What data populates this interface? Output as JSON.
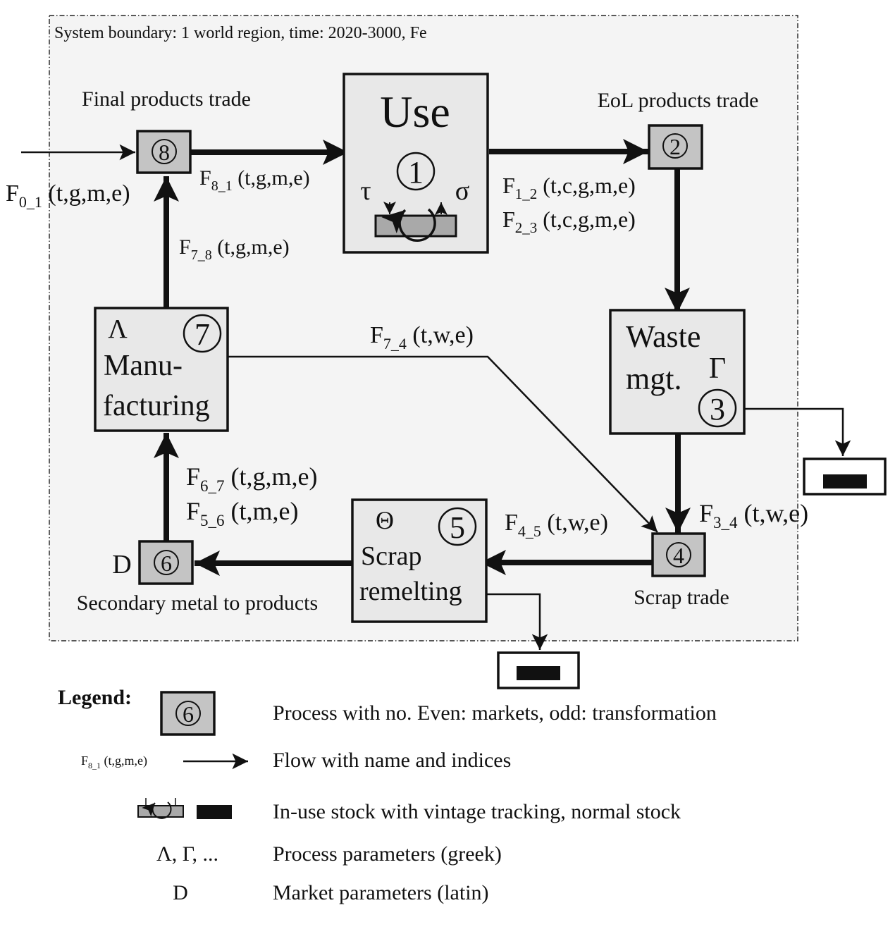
{
  "system_boundary": "System boundary: 1 world region, time: 2020-3000, Fe",
  "processes": {
    "use": {
      "title": "Use",
      "number": "1",
      "param_left": "τ",
      "param_right": "σ"
    },
    "eol_trade": {
      "number": "2",
      "label": "EoL products trade"
    },
    "waste_mgt": {
      "line1": "Waste",
      "line2": "mgt.",
      "param": "Γ",
      "number": "3"
    },
    "scrap_trade": {
      "number": "4",
      "label": "Scrap trade"
    },
    "scrap_remelting": {
      "line1": "Scrap",
      "line2": "remelting",
      "param": "Θ",
      "number": "5"
    },
    "secondary_metal": {
      "number": "6",
      "param": "D",
      "label": "Secondary metal to products"
    },
    "manufacturing": {
      "line1": "Manu-",
      "line2": "facturing",
      "param": "Λ",
      "number": "7"
    },
    "final_trade": {
      "number": "8",
      "label": "Final products trade"
    }
  },
  "flows": {
    "f0_1": {
      "name": "F",
      "sub": "0_1",
      "indices": " (t,g,m,e)"
    },
    "f8_1": {
      "name": "F",
      "sub": "8_1",
      "indices": " (t,g,m,e)"
    },
    "f1_2": {
      "name": "F",
      "sub": "1_2",
      "indices": " (t,c,g,m,e)"
    },
    "f2_3": {
      "name": "F",
      "sub": "2_3",
      "indices": " (t,c,g,m,e)"
    },
    "f7_8": {
      "name": "F",
      "sub": "7_8",
      "indices": " (t,g,m,e)"
    },
    "f7_4": {
      "name": "F",
      "sub": "7_4",
      "indices": " (t,w,e)"
    },
    "f6_7": {
      "name": "F",
      "sub": "6_7",
      "indices": " (t,g,m,e)"
    },
    "f5_6": {
      "name": "F",
      "sub": "5_6",
      "indices": " (t,m,e)"
    },
    "f4_5": {
      "name": "F",
      "sub": "4_5",
      "indices": " (t,w,e)"
    },
    "f3_4": {
      "name": "F",
      "sub": "3_4",
      "indices": " (t,w,e)"
    }
  },
  "legend": {
    "title": "Legend:",
    "process_number": "6",
    "process_text": "Process with no. Even: markets, odd: transformation",
    "flow_sample": {
      "name": "F",
      "sub": "8_1",
      "indices": " (t,g,m,e)"
    },
    "flow_text": "Flow with name and indices",
    "stock_text": "In-use stock with vintage tracking, normal stock",
    "greek_symbol": "Λ, Γ, ...",
    "greek_text": "Process parameters (greek)",
    "latin_symbol": "D",
    "latin_text": "Market parameters (latin)"
  },
  "colors": {
    "boundary_fill": "#f4f4f4",
    "process_fill": "#e8e8e8",
    "market_fill": "#c4c4c4",
    "stock_bar": "#a9a9a9",
    "line": "#111111"
  }
}
